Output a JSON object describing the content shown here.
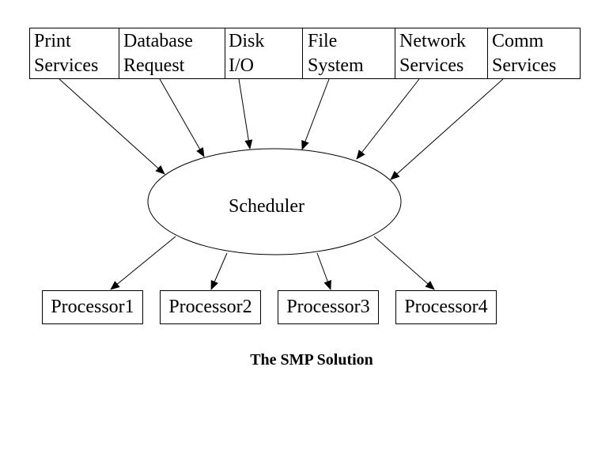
{
  "sources": [
    {
      "line1": "Print",
      "line2": "Services"
    },
    {
      "line1": "Database",
      "line2": "Request"
    },
    {
      "line1": "Disk",
      "line2": "I/O"
    },
    {
      "line1": "File",
      "line2": "System"
    },
    {
      "line1": "Network",
      "line2": "Services"
    },
    {
      "line1": "Comm",
      "line2": "Services"
    }
  ],
  "scheduler": {
    "label": "Scheduler"
  },
  "processors": [
    {
      "label": "Processor1"
    },
    {
      "label": "Processor2"
    },
    {
      "label": "Processor3"
    },
    {
      "label": "Processor4"
    }
  ],
  "caption": "The SMP Solution"
}
